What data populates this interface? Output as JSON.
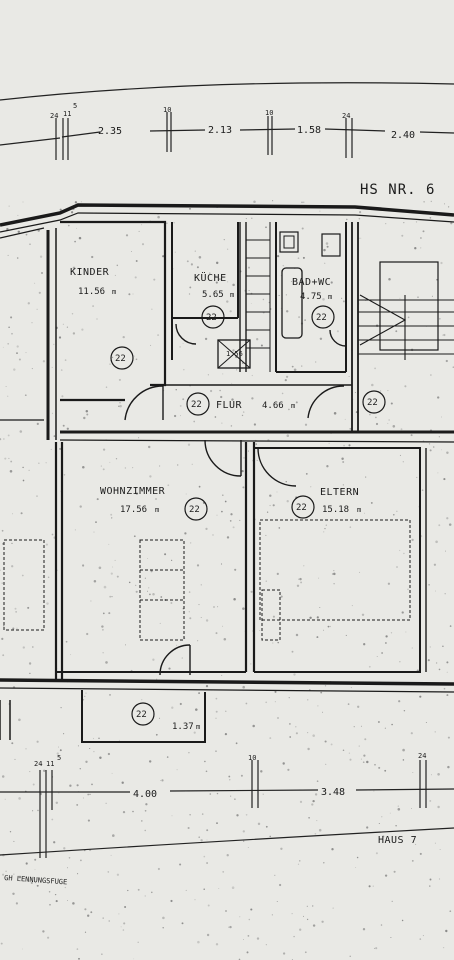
{
  "diagram": {
    "house_top": "HS NR. 6",
    "house_bottom": "HAUS 7",
    "joint_note": "GH LENNUNGSFUGE",
    "top_dims": [
      "2.35",
      "2.13",
      "1.58",
      "2.40"
    ],
    "top_ticks": [
      "24",
      "11",
      "5",
      "10",
      "10",
      "24"
    ],
    "bottom_dims": [
      "4.00",
      "3.48"
    ],
    "bottom_ticks": [
      "24",
      "11",
      "5",
      "10",
      "24"
    ],
    "rooms": [
      {
        "name": "KINDER",
        "area": "11.56"
      },
      {
        "name": "KÜCHE",
        "area": "5.65"
      },
      {
        "name": "BAD+WC",
        "area": "4.75"
      },
      {
        "name": "FLUR",
        "area": "4.66"
      },
      {
        "name": "WOHNZIMMER",
        "area": "17.56"
      },
      {
        "name": "ELTERN",
        "area": "15.18"
      }
    ],
    "balcony_area": "1.37",
    "shaft_label": "1.56",
    "circle_label": "22",
    "area_unit": "m"
  }
}
